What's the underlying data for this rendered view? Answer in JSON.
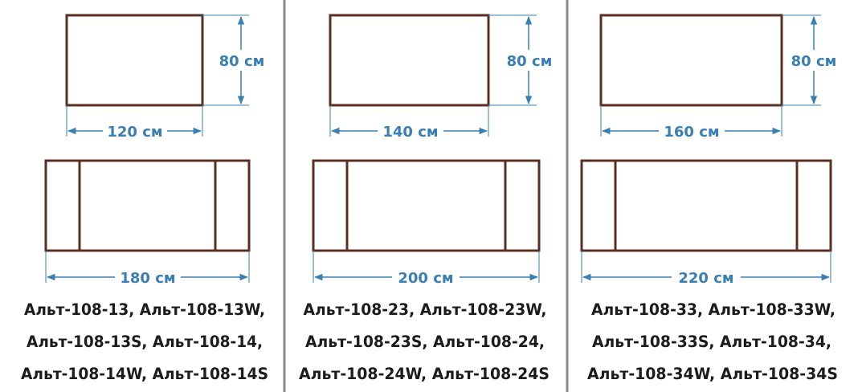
{
  "panels": [
    {
      "width_label": "120 см",
      "depth_label": "80 см",
      "extended_label": "180 см",
      "models": [
        "Альт-108-13, Альт-108-13W,",
        "Альт-108-13S, Альт-108-14,",
        "Альт-108-14W, Альт-108-14S"
      ]
    },
    {
      "width_label": "140 см",
      "depth_label": "80 см",
      "extended_label": "200 см",
      "models": [
        "Альт-108-23, Альт-108-23W,",
        "Альт-108-23S, Альт-108-24,",
        "Альт-108-24W, Альт-108-24S"
      ]
    },
    {
      "width_label": "160 см",
      "depth_label": "80 см",
      "extended_label": "220 см",
      "models": [
        "Альт-108-33, Альт-108-33W,",
        "Альт-108-33S, Альт-108-34,",
        "Альт-108-34W, Альт-108-34S"
      ]
    }
  ],
  "colors": {
    "table_outline": "#5a3120",
    "dimension": "#3a7fb2",
    "divider": "#8a8a8a",
    "text": "#1c1c1c"
  }
}
